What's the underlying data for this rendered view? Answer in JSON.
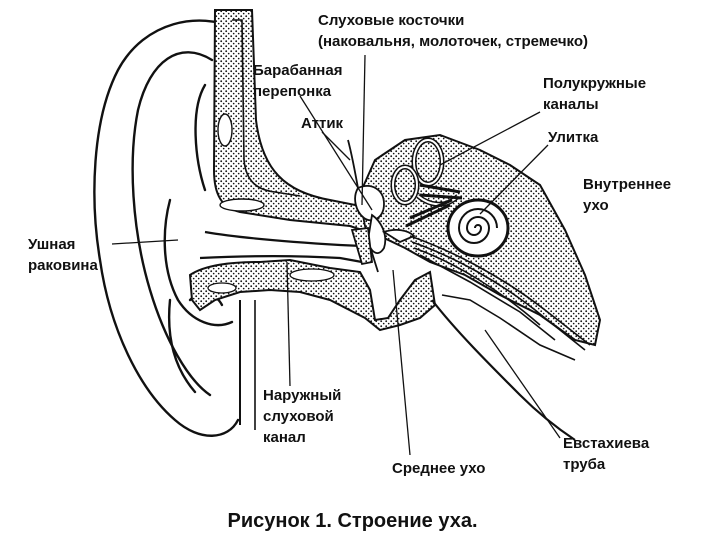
{
  "labels": {
    "ossicles": [
      "Слуховые косточки",
      "(наковальня, молоточек, стремечко)"
    ],
    "eardrum": [
      "Барабанная",
      "перепонка"
    ],
    "semicircular": [
      "Полукружные",
      "каналы"
    ],
    "attic": "Аттик",
    "cochlea": "Улитка",
    "inner_ear": [
      "Внутреннее",
      "ухо"
    ],
    "auricle": [
      "Ушная",
      "раковина"
    ],
    "ear_canal": [
      "Наружный",
      "слуховой",
      "канал"
    ],
    "eustachian": [
      "Евстахиева",
      "труба"
    ],
    "middle_ear": "Среднее ухо"
  },
  "caption": "Рисунок 1. Строение уха.",
  "colors": {
    "ink": "#111111",
    "bone": "#ffffff"
  }
}
